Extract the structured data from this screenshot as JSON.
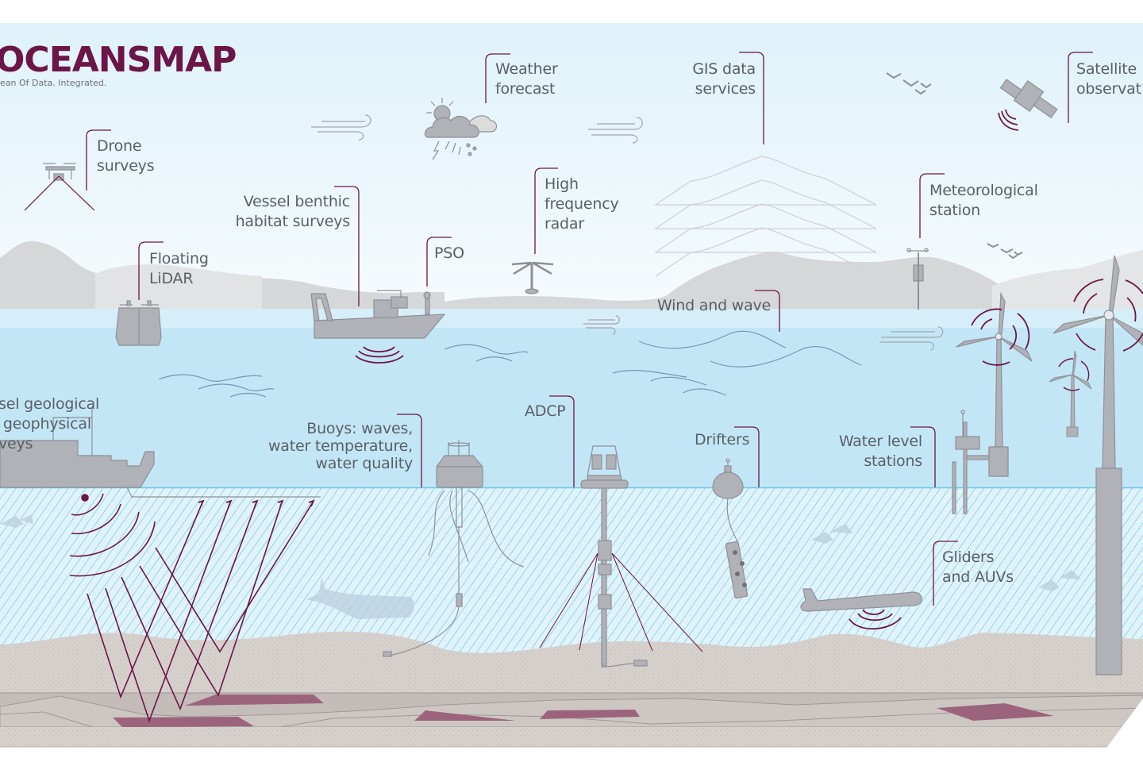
{
  "brand": {
    "title": "OCEANSMAP",
    "subtitle": "cean Of Data. Integrated."
  },
  "colors": {
    "accent": "#6b1548",
    "sky_top": "#e0f2fa",
    "water": "#c3e6f7",
    "hatch": "#5fc0e0",
    "equipment": "#b0b2b8",
    "seabed": "#d6d0cc",
    "layer_highlight": "#9c647c",
    "label_text": "#5a5f66"
  },
  "labels": {
    "drone": [
      "Drone",
      "surveys"
    ],
    "weather": [
      "Weather",
      "forecast"
    ],
    "gis": [
      "GIS data",
      "services"
    ],
    "satellite": [
      "Satellite",
      "observat"
    ],
    "vessel_benthic": [
      "Vessel benthic",
      "habitat surveys"
    ],
    "pso": [
      "PSO"
    ],
    "hf_radar": [
      "High",
      "frequency",
      "radar"
    ],
    "floating_lidar": [
      "Floating",
      "LiDAR"
    ],
    "meteorological": [
      "Meteorological",
      "station"
    ],
    "wind_wave": [
      "Wind and wave"
    ],
    "vessel_geo": [
      "sel geological",
      " geophysical",
      "veys"
    ],
    "buoys": [
      "Buoys: waves,",
      "water temperature,",
      "water quality"
    ],
    "adcp": [
      "ADCP"
    ],
    "drifters": [
      "Drifters"
    ],
    "water_level": [
      "Water level",
      "stations"
    ],
    "gliders": [
      "Gliders",
      "and AUVs"
    ]
  }
}
